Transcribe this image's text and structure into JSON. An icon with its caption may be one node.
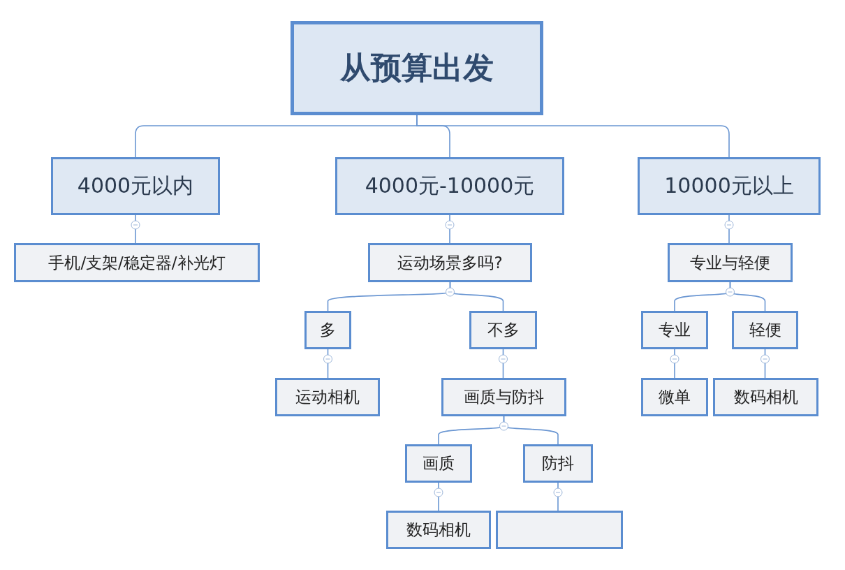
{
  "diagram": {
    "nodes": [
      {
        "text": [
          "从预算出发"
        ]
      },
      {
        "text": [
          "4000元以内"
        ]
      },
      {
        "text": [
          "4000元-10000元"
        ]
      },
      {
        "text": [
          "10000元以上"
        ]
      },
      {
        "text": [
          "手机/支架/稳定器/补光灯"
        ]
      },
      {
        "text": [
          "运动场景多吗?"
        ]
      },
      {
        "text": [
          "专业与轻便"
        ]
      },
      {
        "text": [
          "多"
        ]
      },
      {
        "text": [
          "不多"
        ]
      },
      {
        "text": [
          "专业"
        ]
      },
      {
        "text": [
          "轻便"
        ]
      },
      {
        "text": [
          "运动相机"
        ]
      },
      {
        "text": [
          "画质与防抖"
        ]
      },
      {
        "text": [
          "微单"
        ]
      },
      {
        "text": [
          "数码相机"
        ]
      },
      {
        "text": [
          "画质"
        ]
      },
      {
        "text": [
          "防抖"
        ]
      },
      {
        "text": [
          "数码相机"
        ]
      },
      {
        "text": [],
        "shape": "box"
      }
    ],
    "edges": [
      {
        "from": 0,
        "to": 1,
        "arrow": "none"
      },
      {
        "from": 0,
        "to": 2,
        "arrow": "none"
      },
      {
        "from": 0,
        "to": 3,
        "arrow": "none"
      },
      {
        "from": 1,
        "to": 4,
        "arrow": "none"
      },
      {
        "from": 2,
        "to": 5,
        "arrow": "none"
      },
      {
        "from": 3,
        "to": 6,
        "arrow": "none"
      },
      {
        "from": 5,
        "to": 7,
        "arrow": "none"
      },
      {
        "from": 5,
        "to": 8,
        "arrow": "none"
      },
      {
        "from": 6,
        "to": 9,
        "arrow": "none"
      },
      {
        "from": 6,
        "to": 10,
        "arrow": "none"
      },
      {
        "from": 7,
        "to": 11,
        "arrow": "none"
      },
      {
        "from": 8,
        "to": 12,
        "arrow": "none"
      },
      {
        "from": 9,
        "to": 13,
        "arrow": "none"
      },
      {
        "from": 10,
        "to": 14,
        "arrow": "none"
      },
      {
        "from": 12,
        "to": 15,
        "arrow": "none"
      },
      {
        "from": 12,
        "to": 16,
        "arrow": "none"
      },
      {
        "from": 15,
        "to": 17,
        "arrow": "none"
      },
      {
        "from": 16,
        "to": 18,
        "arrow": "none"
      }
    ]
  }
}
